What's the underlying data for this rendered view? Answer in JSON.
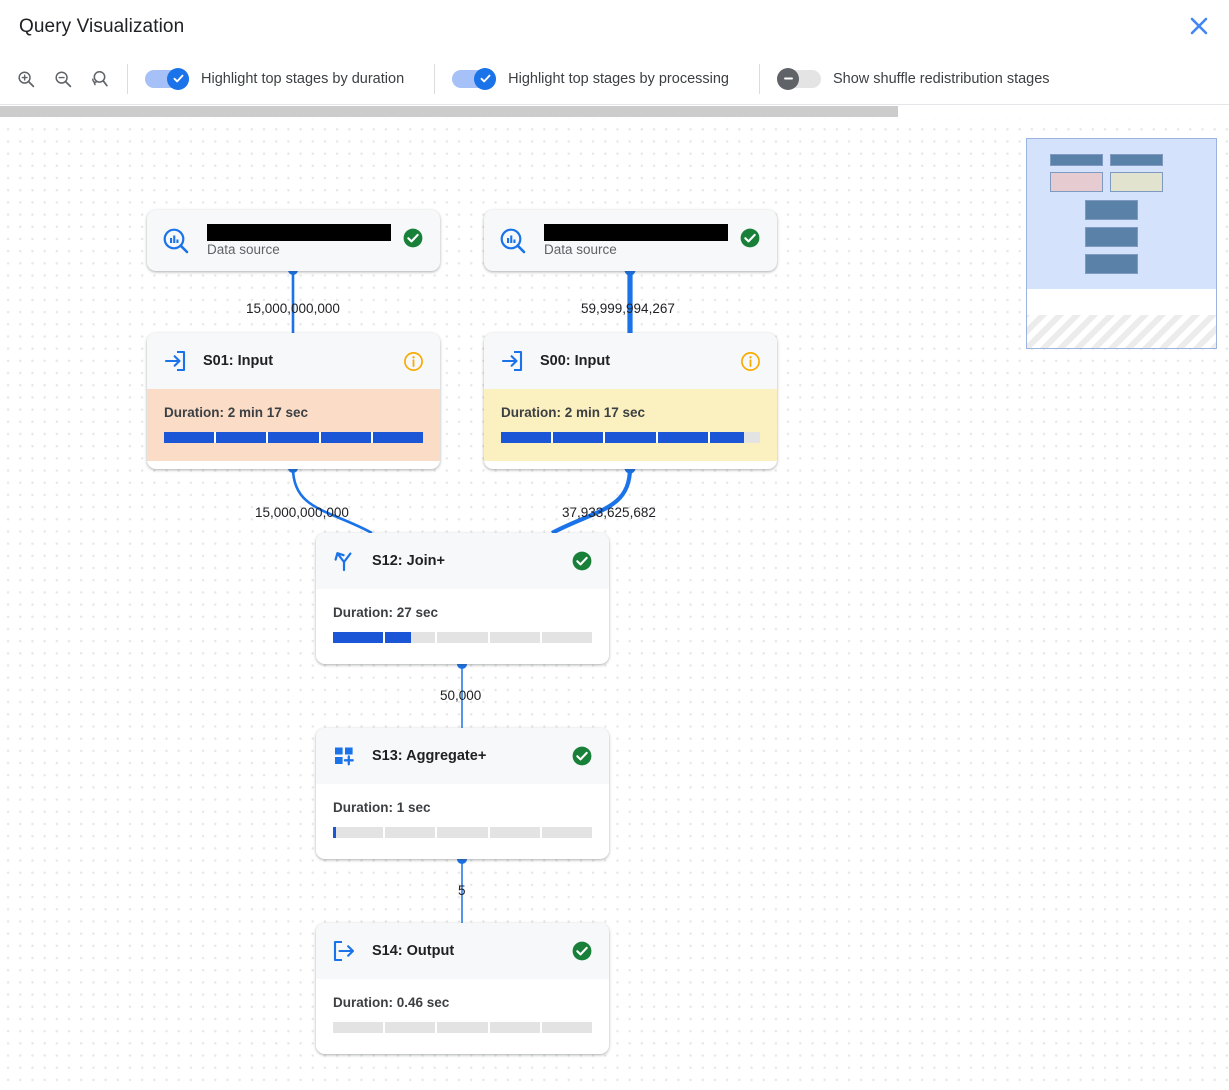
{
  "window": {
    "title": "Query Visualization",
    "close_icon": "close-x-icon"
  },
  "toolbar": {
    "zoom_in_icon": "zoom-in-icon",
    "zoom_out_icon": "zoom-out-icon",
    "zoom_reset_icon": "zoom-reset-icon",
    "toggles": [
      {
        "label": "Highlight top stages by duration",
        "state": "on"
      },
      {
        "label": "Highlight top stages by processing",
        "state": "on"
      },
      {
        "label": "Show shuffle redistribution stages",
        "state": "off"
      }
    ]
  },
  "colors": {
    "accent_blue": "#1a73e8",
    "bar_blue": "#1a56d6",
    "status_green": "#188038",
    "warn_orange": "#f9ab00",
    "highlight_orange": "#fbddc7",
    "highlight_yellow": "#fbf0c0",
    "redaction_black": "#000000"
  },
  "graph": {
    "nodes": [
      {
        "id": "ds-left",
        "kind": "data-source",
        "name_redacted": true,
        "subtitle": "Data source",
        "icon": "bigquery-data-source-icon",
        "status": "check-circle-icon"
      },
      {
        "id": "ds-right",
        "kind": "data-source",
        "name_redacted": true,
        "subtitle": "Data source",
        "icon": "bigquery-data-source-icon",
        "status": "check-circle-icon"
      },
      {
        "id": "S01",
        "kind": "stage",
        "title": "S01: Input",
        "icon": "input-arrow-icon",
        "status": "info-circle-icon",
        "duration_label": "Duration: 2 min 17 sec",
        "progress_pct": 100,
        "highlight": "orange"
      },
      {
        "id": "S00",
        "kind": "stage",
        "title": "S00: Input",
        "icon": "input-arrow-icon",
        "status": "info-circle-icon",
        "duration_label": "Duration: 2 min 17 sec",
        "progress_pct": 94,
        "highlight": "yellow"
      },
      {
        "id": "S12",
        "kind": "stage",
        "title": "S12: Join+",
        "icon": "join-icon",
        "status": "check-circle-icon",
        "duration_label": "Duration: 27 sec",
        "progress_pct": 30,
        "highlight": "none"
      },
      {
        "id": "S13",
        "kind": "stage",
        "title": "S13: Aggregate+",
        "icon": "aggregate-plus-icon",
        "status": "check-circle-icon",
        "duration_label": "Duration: 1 sec",
        "progress_pct": 1.2,
        "highlight": "none"
      },
      {
        "id": "S14",
        "kind": "stage",
        "title": "S14: Output",
        "icon": "output-arrow-icon",
        "status": "check-circle-icon",
        "duration_label": "Duration: 0.46 sec",
        "progress_pct": 0,
        "highlight": "none"
      }
    ],
    "edges": [
      {
        "from": "ds-left",
        "to": "S01",
        "label": "15,000,000,000"
      },
      {
        "from": "ds-right",
        "to": "S00",
        "label": "59,999,994,267"
      },
      {
        "from": "S01",
        "to": "S12",
        "label": "15,000,000,000"
      },
      {
        "from": "S00",
        "to": "S12",
        "label": "37,933,625,682"
      },
      {
        "from": "S12",
        "to": "S13",
        "label": "50,000"
      },
      {
        "from": "S13",
        "to": "S14",
        "label": "5"
      }
    ]
  },
  "minimap": {
    "name": "graph-minimap"
  }
}
